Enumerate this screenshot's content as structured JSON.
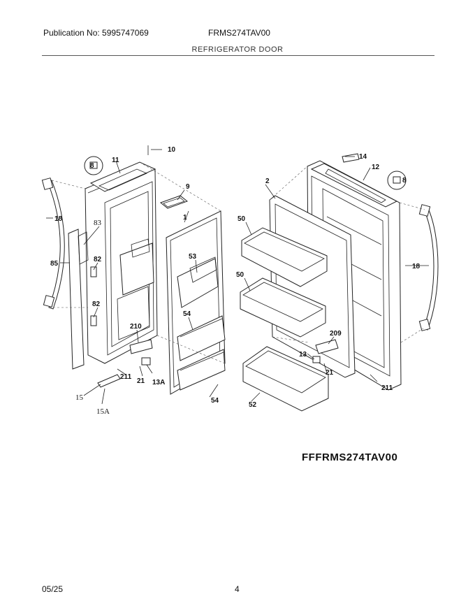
{
  "header": {
    "publication": "Publication No: 5995747069",
    "model": "FRMS274TAV00",
    "section": "REFRIGERATOR DOOR"
  },
  "catalog_label": "FFFRMS274TAV00",
  "footer": {
    "date": "05/25",
    "page": "4"
  },
  "callouts": {
    "c10": "10",
    "c14": "14",
    "c11": "11",
    "c12": "12",
    "c8a": "8",
    "c8b": "8",
    "c9": "9",
    "c2": "2",
    "c1": "1",
    "c18a": "18",
    "c18b": "18",
    "c83": "83",
    "c85": "85",
    "c82a": "82",
    "c82b": "82",
    "c50a": "50",
    "c50b": "50",
    "c53": "53",
    "c54a": "54",
    "c54b": "54",
    "c210": "210",
    "c209": "209",
    "c13": "13",
    "c13A": "13A",
    "c21a": "21",
    "c21b": "21",
    "c211a": "211",
    "c211b": "211",
    "c52": "52",
    "c15": "15",
    "c15A": "15A"
  }
}
